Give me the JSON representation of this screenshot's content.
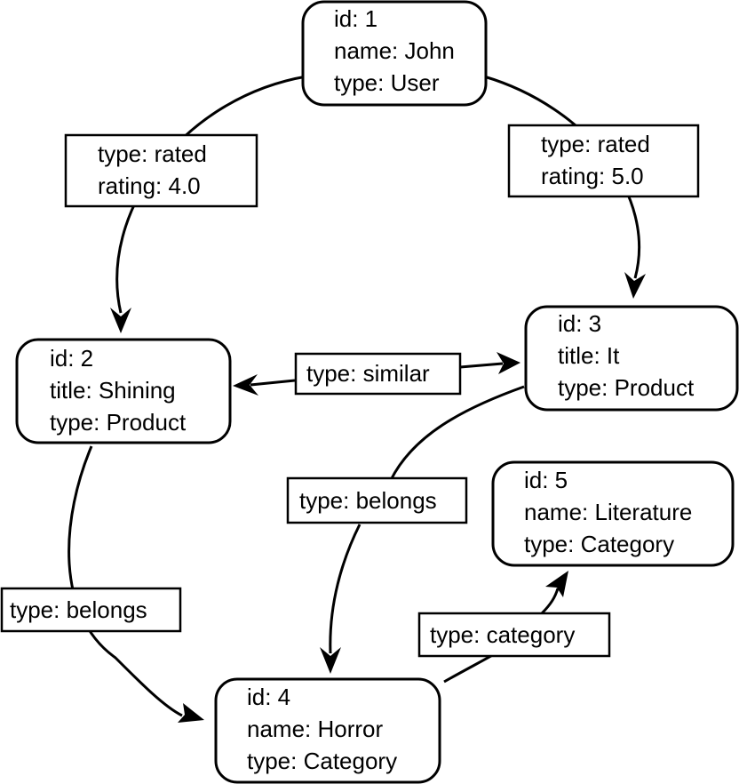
{
  "nodes": {
    "n1": {
      "lines": [
        "id: 1",
        "name: John",
        "type: User"
      ]
    },
    "n2": {
      "lines": [
        "id: 2",
        "title: Shining",
        "type: Product"
      ]
    },
    "n3": {
      "lines": [
        "id: 3",
        "title: It",
        "type: Product"
      ]
    },
    "n4": {
      "lines": [
        "id: 4",
        "name: Horror",
        "type: Category"
      ]
    },
    "n5": {
      "lines": [
        "id: 5",
        "name: Literature",
        "type: Category"
      ]
    }
  },
  "edges": {
    "e12": {
      "lines": [
        "type: rated",
        "rating: 4.0"
      ]
    },
    "e13": {
      "lines": [
        "type: rated",
        "rating: 5.0"
      ]
    },
    "e32": {
      "lines": [
        "type: similar"
      ]
    },
    "e24": {
      "lines": [
        "type: belongs"
      ]
    },
    "e34": {
      "lines": [
        "type: belongs"
      ]
    },
    "e45": {
      "lines": [
        "type: category"
      ]
    }
  }
}
